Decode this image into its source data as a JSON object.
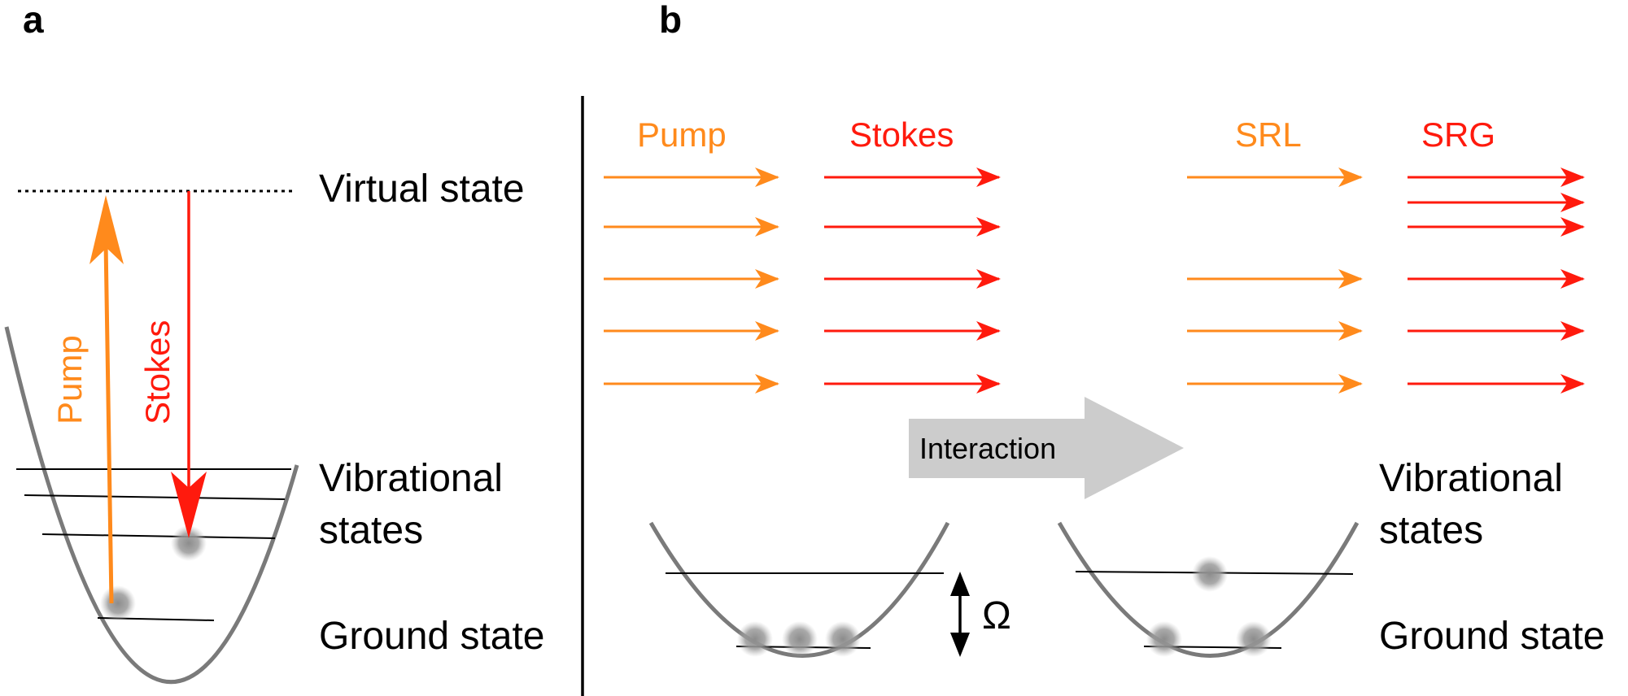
{
  "panels": {
    "a": "a",
    "b": "b"
  },
  "labels": {
    "virtual_state": "Virtual state",
    "vibrational_states_line1": "Vibrational",
    "vibrational_states_line2": "states",
    "ground_state": "Ground state",
    "pump": "Pump",
    "stokes": "Stokes",
    "srl": "SRL",
    "srg": "SRG",
    "interaction": "Interaction",
    "omega": "Ω"
  },
  "colors": {
    "pump": "#ff8a1c",
    "stokes": "#ff1a0d",
    "well": "#7a7a7a",
    "interaction_arrow": "#cccccc",
    "molecule": "#9a9a9a"
  }
}
